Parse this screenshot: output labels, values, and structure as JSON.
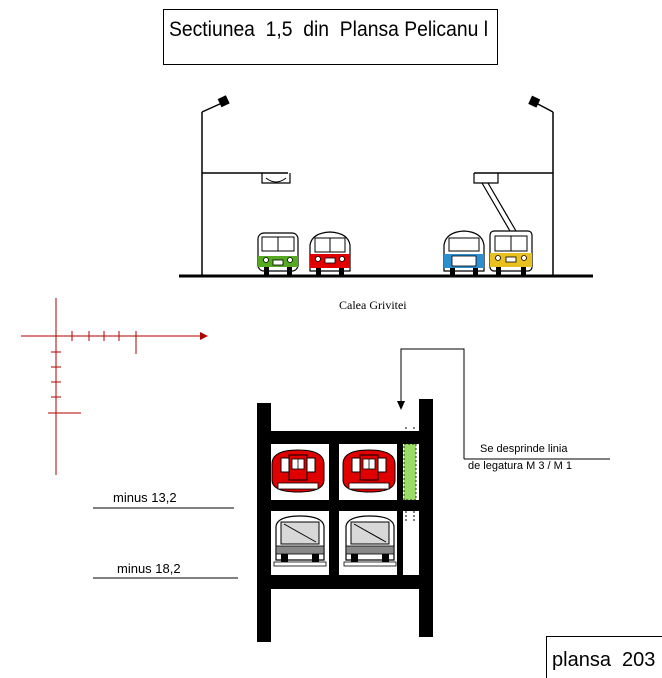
{
  "title": "Sectiunea  1,5  din  Plansa Pelicanu l",
  "street_label": "Calea   Grivitei",
  "branch_note": {
    "line1": "Se desprinde linia",
    "line2": "de legatura  M 3 / M 1"
  },
  "levels": [
    {
      "label": "minus  13,2"
    },
    {
      "label": "minus  18,2"
    }
  ],
  "plate_label": "plansa  203",
  "colors": {
    "ink": "#000000",
    "axis_red": "#b00000",
    "metro_red": "#e00000",
    "bus_green": "#55aa22",
    "trolley_blue": "#2d8fd0",
    "tram_yellow": "#e8c020",
    "connector_green": "#99dd66"
  }
}
